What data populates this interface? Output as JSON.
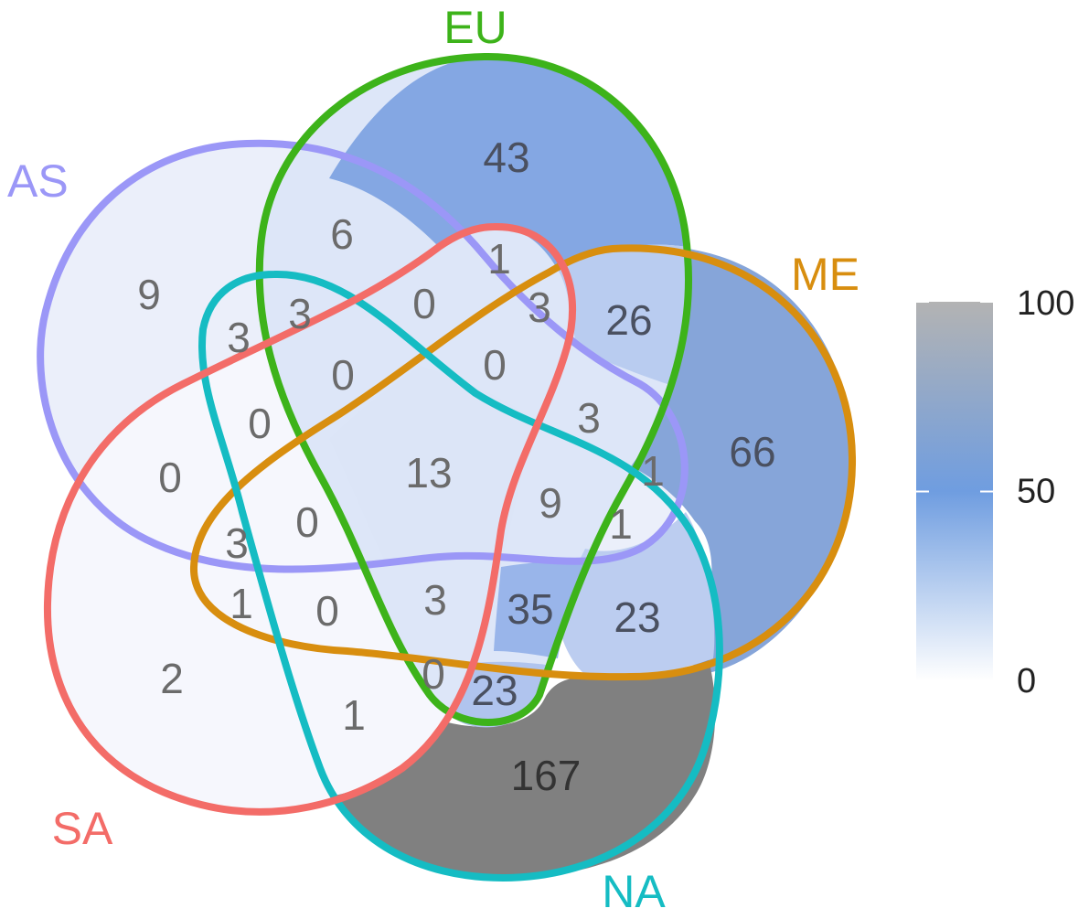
{
  "sets": [
    {
      "name": "AS",
      "color": "#9b97f7"
    },
    {
      "name": "EU",
      "color": "#3db31a"
    },
    {
      "name": "ME",
      "color": "#d88e0f"
    },
    {
      "name": "NA",
      "color": "#15bcc3"
    },
    {
      "name": "SA",
      "color": "#f36c68"
    }
  ],
  "regions": [
    {
      "sets": [
        "EU"
      ],
      "count": 43
    },
    {
      "sets": [
        "ME"
      ],
      "count": 66
    },
    {
      "sets": [
        "NA"
      ],
      "count": 167
    },
    {
      "sets": [
        "AS"
      ],
      "count": 9
    },
    {
      "sets": [
        "SA"
      ],
      "count": 2
    },
    {
      "sets": [
        "AS",
        "EU"
      ],
      "count": 6
    },
    {
      "sets": [
        "EU",
        "ME"
      ],
      "count": 26
    },
    {
      "sets": [
        "ME",
        "NA"
      ],
      "count": 23
    },
    {
      "sets": [
        "NA",
        "SA"
      ],
      "count": 1
    },
    {
      "sets": [
        "AS",
        "SA"
      ],
      "count": 0
    },
    {
      "sets": [
        "AS",
        "NA"
      ],
      "count": 3
    },
    {
      "sets": [
        "EU",
        "SA"
      ],
      "count": 1
    },
    {
      "sets": [
        "AS",
        "ME"
      ],
      "count": 1
    },
    {
      "sets": [
        "EU",
        "NA"
      ],
      "count": 23
    },
    {
      "sets": [
        "ME",
        "SA"
      ],
      "count": 1
    },
    {
      "sets": [
        "AS",
        "EU",
        "NA"
      ],
      "count": 3
    },
    {
      "sets": [
        "AS",
        "EU",
        "SA"
      ],
      "count": 0
    },
    {
      "sets": [
        "AS",
        "EU",
        "ME"
      ],
      "count": 3
    },
    {
      "sets": [
        "AS",
        "ME",
        "NA"
      ],
      "count": 1
    },
    {
      "sets": [
        "AS",
        "NA",
        "SA"
      ],
      "count": 0
    },
    {
      "sets": [
        "AS",
        "ME",
        "SA"
      ],
      "count": 3
    },
    {
      "sets": [
        "EU",
        "ME",
        "NA"
      ],
      "count": 35
    },
    {
      "sets": [
        "EU",
        "NA",
        "SA"
      ],
      "count": 0
    },
    {
      "sets": [
        "ME",
        "NA",
        "SA"
      ],
      "count": 0
    },
    {
      "sets": [
        "EU",
        "ME",
        "SA"
      ],
      "count": 3
    },
    {
      "sets": [
        "AS",
        "EU",
        "NA",
        "SA"
      ],
      "count": 0
    },
    {
      "sets": [
        "AS",
        "EU",
        "ME",
        "SA"
      ],
      "count": 0
    },
    {
      "sets": [
        "AS",
        "EU",
        "ME",
        "NA"
      ],
      "count": 3
    },
    {
      "sets": [
        "AS",
        "ME",
        "NA",
        "SA"
      ],
      "count": 0
    },
    {
      "sets": [
        "EU",
        "ME",
        "NA",
        "SA"
      ],
      "count": 3
    },
    {
      "sets": [
        "AS",
        "EU",
        "ME",
        "NA",
        "SA"
      ],
      "count": 13
    },
    {
      "sets": [
        "AS",
        "EU",
        "NA",
        "ME"
      ],
      "count": 9
    }
  ],
  "colorbar": {
    "ticks": [
      "100",
      "50",
      "0"
    ],
    "range": [
      0,
      100
    ],
    "color_low": "#ffffff",
    "color_mid": "#6f9de0",
    "color_high": "#b3b3b3"
  },
  "high_fill": "#808080"
}
